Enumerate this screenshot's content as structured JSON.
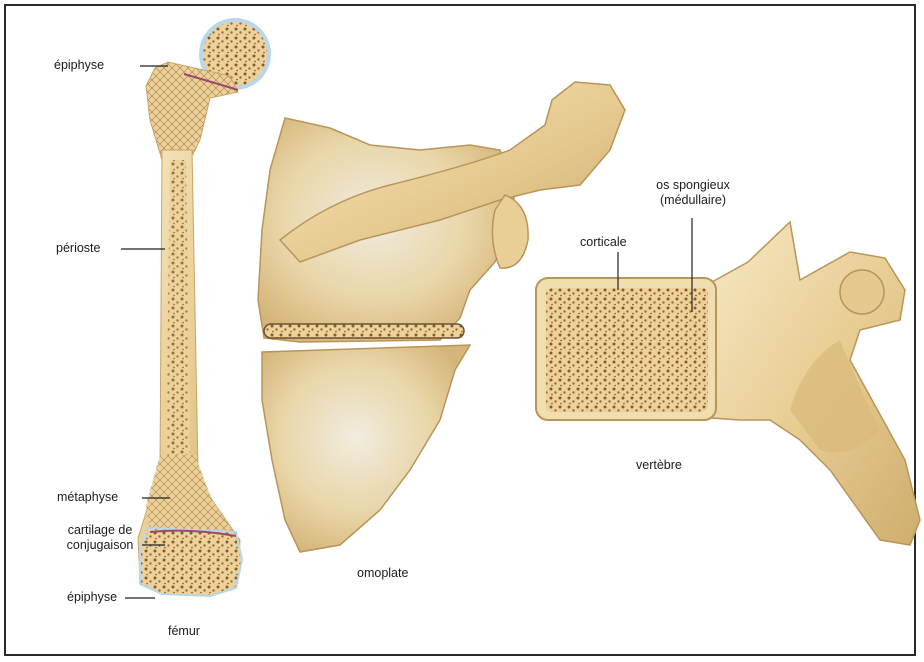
{
  "labels": {
    "epiphyse_top": "épiphyse",
    "perioste": "périoste",
    "metaphyse": "métaphyse",
    "cartilage_line1": "cartilage de",
    "cartilage_line2": "conjugaison",
    "epiphyse_bottom": "épiphyse",
    "femur": "fémur",
    "omoplate": "omoplate",
    "os_spongieux_line1": "os spongieux",
    "os_spongieux_line2": "(médullaire)",
    "corticale": "corticale",
    "vertebre": "vertèbre"
  },
  "colors": {
    "bone_light": "#f0ddb0",
    "bone_mid": "#e6c88c",
    "bone_shadow": "#c9a464",
    "spongy_dot": "#8a5a2a",
    "cartilage": "#b9d6ea",
    "outline": "#7a5a30"
  }
}
